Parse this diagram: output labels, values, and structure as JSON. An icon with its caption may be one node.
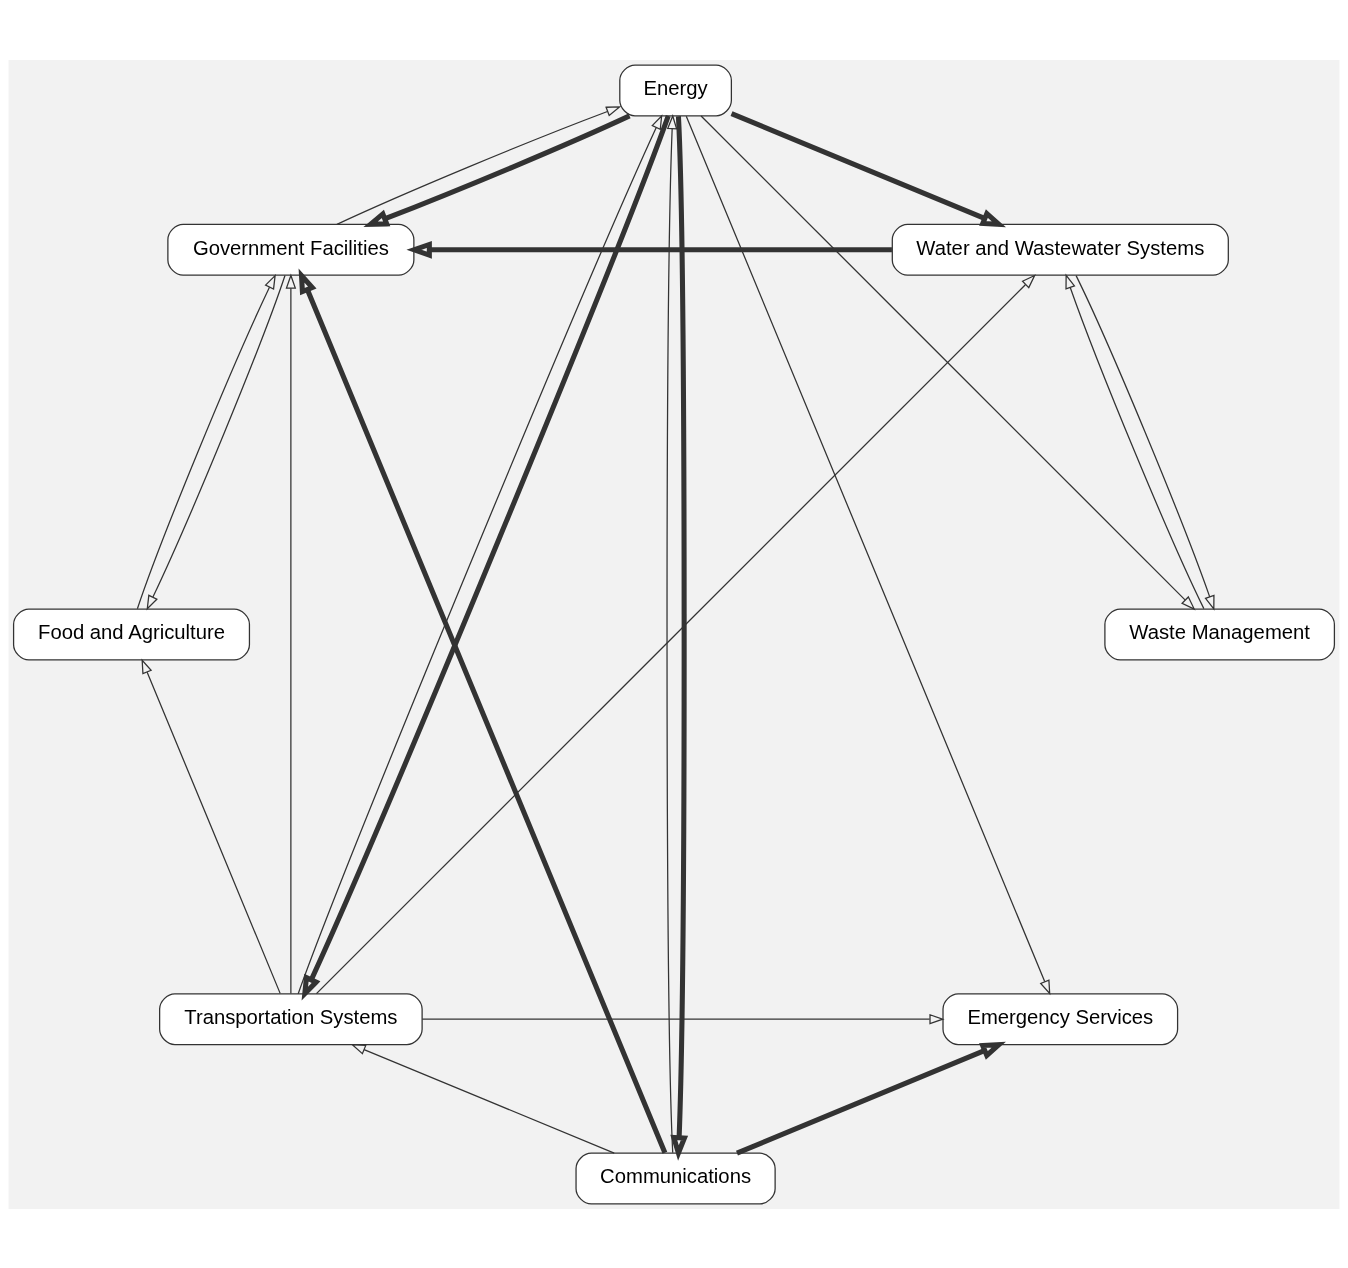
{
  "diagram": {
    "nodes": [
      {
        "text": [
          "Government Facilities"
        ]
      },
      {
        "text": [
          "Emergency Services"
        ]
      },
      {
        "text": [
          "Communications"
        ]
      },
      {
        "text": [
          "Food and Agriculture"
        ]
      },
      {
        "text": [
          "Transportation Systems"
        ]
      },
      {
        "text": [
          "Waste Management"
        ]
      },
      {
        "text": [
          "Energy"
        ]
      },
      {
        "text": [
          "Water and Wastewater Systems"
        ]
      }
    ],
    "edges": [
      {
        "from": 2,
        "to": 0,
        "arrow": "to",
        "style": "thick"
      },
      {
        "from": 2,
        "to": 1,
        "arrow": "to",
        "style": "thick"
      },
      {
        "from": 4,
        "to": 0,
        "arrow": "to"
      },
      {
        "from": 3,
        "to": 0,
        "arrow": "to"
      },
      {
        "from": 0,
        "to": 3,
        "arrow": "to"
      },
      {
        "from": 7,
        "to": 0,
        "arrow": "to",
        "style": "thick"
      },
      {
        "from": 6,
        "to": 0,
        "arrow": "to",
        "style": "thick"
      },
      {
        "from": 0,
        "to": 6,
        "arrow": "to"
      },
      {
        "from": 4,
        "to": 1,
        "arrow": "to"
      },
      {
        "from": 6,
        "to": 1,
        "arrow": "to"
      },
      {
        "from": 4,
        "to": 3,
        "arrow": "to"
      },
      {
        "from": 6,
        "to": 2,
        "arrow": "to",
        "style": "thick"
      },
      {
        "from": 2,
        "to": 6,
        "arrow": "to"
      },
      {
        "from": 2,
        "to": 4,
        "arrow": "to"
      },
      {
        "from": 6,
        "to": 4,
        "arrow": "to",
        "style": "thick"
      },
      {
        "from": 4,
        "to": 6,
        "arrow": "to"
      },
      {
        "from": 4,
        "to": 7,
        "arrow": "to"
      },
      {
        "from": 6,
        "to": 5,
        "arrow": "to"
      },
      {
        "from": 7,
        "to": 5,
        "arrow": "to"
      },
      {
        "from": 5,
        "to": 7,
        "arrow": "to"
      },
      {
        "from": 6,
        "to": 7,
        "arrow": "to",
        "style": "thick"
      }
    ]
  }
}
